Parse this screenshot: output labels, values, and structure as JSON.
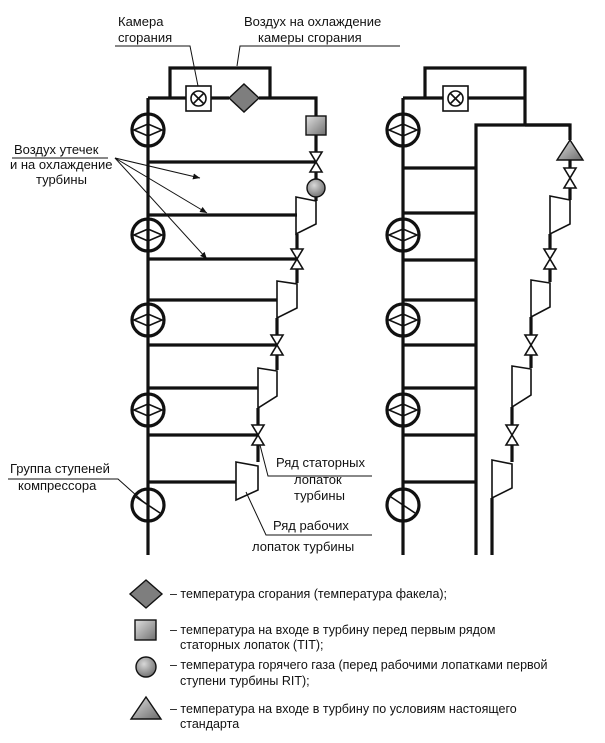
{
  "labels": {
    "combustion_chamber": [
      "Камера",
      "сгорания"
    ],
    "cooling_air": [
      "Воздух на охлаждение",
      "камеры сгорания"
    ],
    "leak_air": [
      "Воздух утечек",
      "и на охлаждение",
      "турбины"
    ],
    "compressor_group": [
      "Группа ступеней",
      "компрессора"
    ],
    "stator_row": [
      "Ряд статорных",
      "лопаток",
      "турбины"
    ],
    "rotor_row": [
      "Ряд рабочих",
      "лопаток турбины"
    ]
  },
  "legend": [
    {
      "symbol": "diamond-icon",
      "lines": [
        "– температура сгорания (температура факела);"
      ]
    },
    {
      "symbol": "square-icon",
      "lines": [
        "– температура на входе в турбину перед первым рядом",
        "статорных лопаток (TIT);"
      ]
    },
    {
      "symbol": "circle-icon",
      "lines": [
        "– температура горячего газа (перед рабочими лопатками первой",
        "ступени турбины RIT);"
      ]
    },
    {
      "symbol": "triangle-icon",
      "lines": [
        "– температура на входе в турбину по условиям настоящего",
        "стандарта"
      ]
    }
  ],
  "colors": {
    "line": "#111111",
    "marker_fill": "#8a8a8a",
    "marker_highlight": "#d8d8d8"
  }
}
